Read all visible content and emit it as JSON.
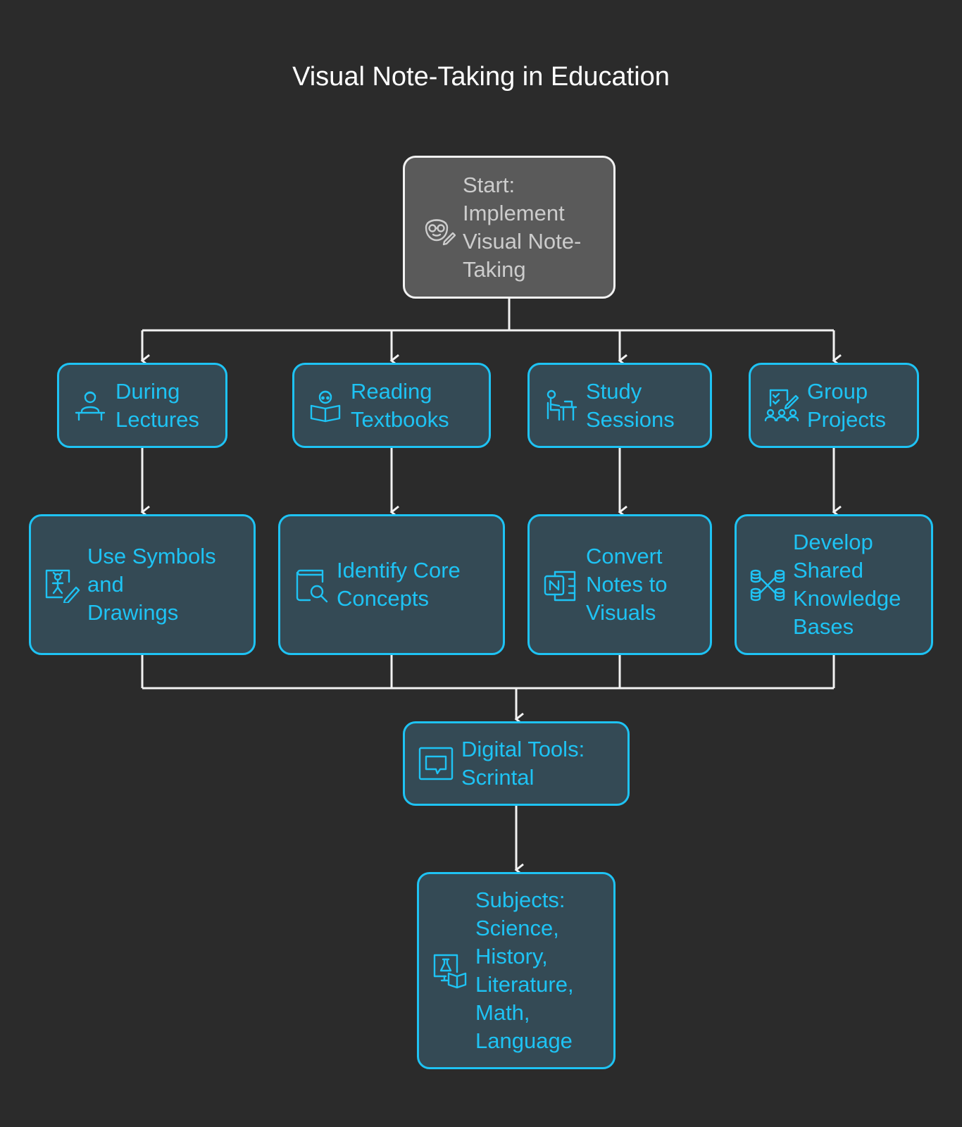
{
  "title": "Visual Note-Taking in Education",
  "colors": {
    "background": "#2b2b2b",
    "accent": "#1ec3f4",
    "node_fill": "#344a55",
    "start_fill": "#5a5a5a",
    "start_border": "#f2f2f2",
    "start_text": "#cccccc",
    "connector": "#f2f2f2"
  },
  "nodes": {
    "start": {
      "label": "Start:\nImplement\nVisual Note-\nTaking",
      "icon": "student-glasses-icon"
    },
    "lectures": {
      "label": "During\nLectures",
      "icon": "lecturer-icon"
    },
    "textbooks": {
      "label": "Reading\nTextbooks",
      "icon": "reading-book-icon"
    },
    "study": {
      "label": "Study\nSessions",
      "icon": "desk-study-icon"
    },
    "group": {
      "label": "Group\nProjects",
      "icon": "team-checklist-icon"
    },
    "symbols": {
      "label": "Use Symbols\nand\nDrawings",
      "icon": "drawing-board-icon"
    },
    "core": {
      "label": "Identify Core\nConcepts",
      "icon": "book-search-icon"
    },
    "convert": {
      "label": "Convert\nNotes to\nVisuals",
      "icon": "notebook-app-icon"
    },
    "shared": {
      "label": "Develop\nShared\nKnowledge\nBases",
      "icon": "database-network-icon"
    },
    "digital": {
      "label": "Digital Tools:\nScrintal",
      "icon": "chat-window-icon"
    },
    "subjects": {
      "label": "Subjects:\nScience,\nHistory,\nLiterature,\nMath,\nLanguage",
      "icon": "lab-book-monitor-icon"
    }
  }
}
